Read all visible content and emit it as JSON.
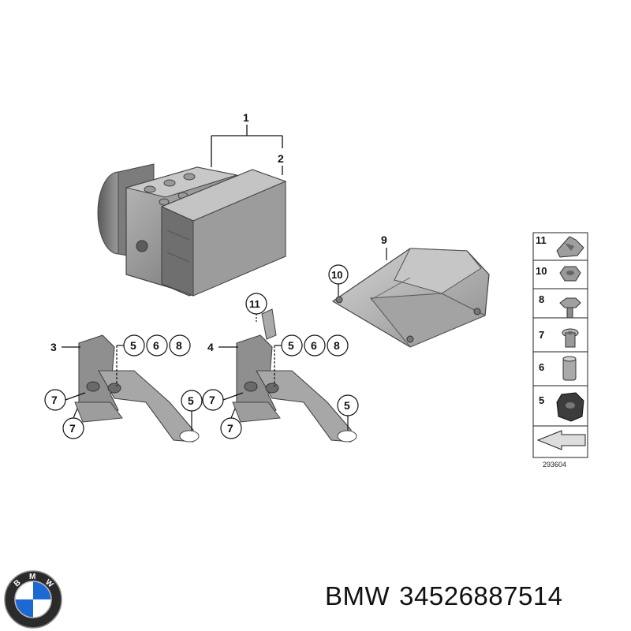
{
  "callouts": {
    "c1": "1",
    "c2": "2",
    "c3": "3",
    "c4": "4",
    "c5a": "5",
    "c6a": "6",
    "c8a": "8",
    "c5b": "5",
    "c6b": "6",
    "c8b": "8",
    "c7a": "7",
    "c7b": "7",
    "c5c": "5",
    "c7c": "7",
    "c7d": "7",
    "c5d": "5",
    "c9": "9",
    "c10": "10",
    "c11": "11"
  },
  "legend": {
    "items": [
      "11",
      "10",
      "8",
      "7",
      "6",
      "5"
    ],
    "ref_number": "293604"
  },
  "caption": {
    "brand": "BMW",
    "part_number": "34526887514"
  },
  "logo": {
    "letters": "BMW"
  },
  "colors": {
    "part_fill": "#8a8a8a",
    "part_dark": "#5a5a5a",
    "part_light": "#bdbdbd",
    "logo_blue": "#1c69d4"
  }
}
